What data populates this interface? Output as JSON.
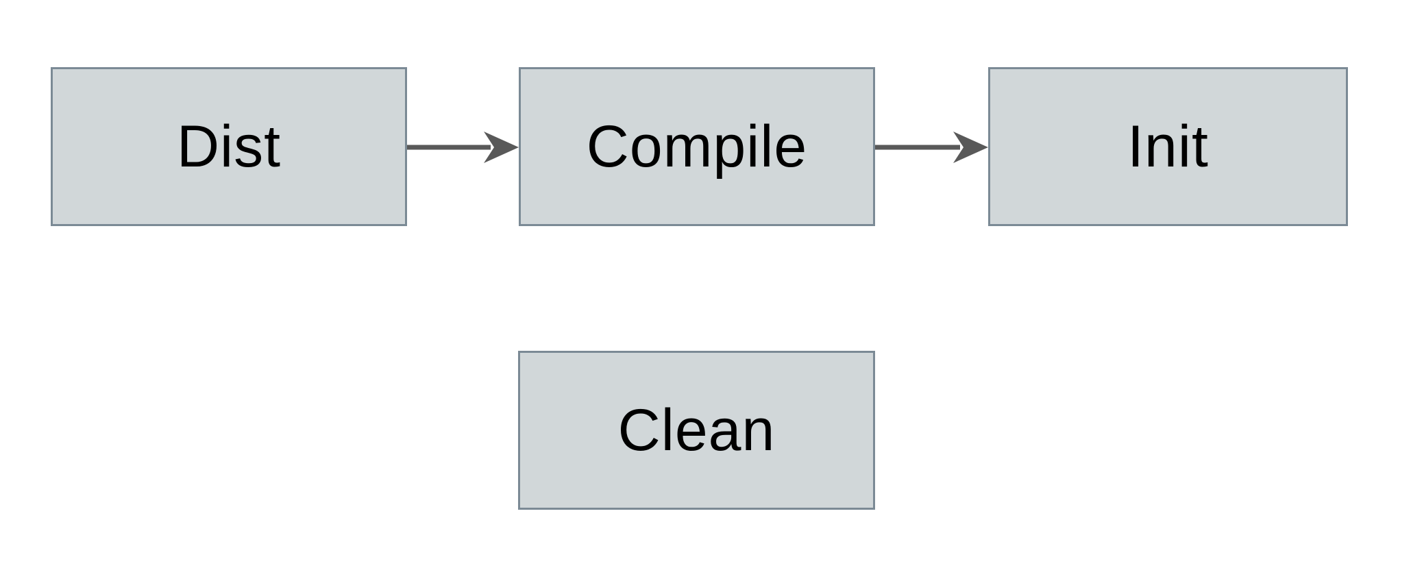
{
  "diagram": {
    "nodes": {
      "dist": {
        "label": "Dist"
      },
      "compile": {
        "label": "Compile"
      },
      "init": {
        "label": "Init"
      },
      "clean": {
        "label": "Clean"
      }
    },
    "edges": [
      {
        "from": "Dist",
        "to": "Compile",
        "style": "solid-arrow"
      },
      {
        "from": "Compile",
        "to": "Init",
        "style": "solid-arrow"
      }
    ],
    "colors": {
      "background": "#ffffff",
      "node_fill": "#d1d7d9",
      "node_border": "#7b8a95",
      "arrow": "#595959",
      "text": "#000000"
    }
  }
}
